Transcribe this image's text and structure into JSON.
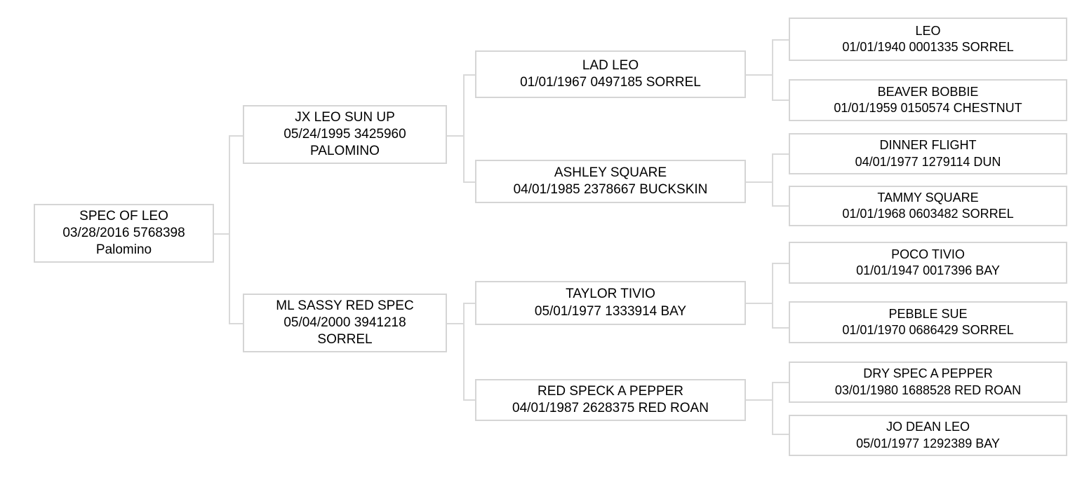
{
  "chart_data": {
    "type": "diagram",
    "title": "",
    "diagram_kind": "pedigree-tree",
    "orientation": "left-to-right",
    "generations": 4,
    "node_count": 15,
    "colors": {
      "box_border": "#d5d5d5",
      "connector": "#d9d9d9",
      "text": "#000000",
      "background": "#ffffff"
    }
  },
  "nodes": {
    "root": {
      "name": "SPEC OF LEO",
      "details": "03/28/2016 5768398",
      "color": "Palomino"
    },
    "sire": {
      "name": "JX LEO SUN UP",
      "details": "05/24/1995 3425960",
      "color": "PALOMINO"
    },
    "dam": {
      "name": "ML SASSY RED SPEC",
      "details": "05/04/2000 3941218",
      "color": "SORREL"
    },
    "sire_sire": {
      "name": "LAD LEO",
      "details": "01/01/1967 0497185 SORREL"
    },
    "sire_dam": {
      "name": "ASHLEY SQUARE",
      "details": "04/01/1985 2378667 BUCKSKIN"
    },
    "dam_sire": {
      "name": "TAYLOR TIVIO",
      "details": "05/01/1977 1333914 BAY"
    },
    "dam_dam": {
      "name": "RED SPECK A PEPPER",
      "details": "04/01/1987 2628375 RED ROAN"
    },
    "ss_sire": {
      "name": "LEO",
      "details": "01/01/1940 0001335 SORREL"
    },
    "ss_dam": {
      "name": "BEAVER BOBBIE",
      "details": "01/01/1959 0150574 CHESTNUT"
    },
    "sd_sire": {
      "name": "DINNER FLIGHT",
      "details": "04/01/1977 1279114 DUN"
    },
    "sd_dam": {
      "name": "TAMMY SQUARE",
      "details": "01/01/1968 0603482 SORREL"
    },
    "ds_sire": {
      "name": "POCO TIVIO",
      "details": "01/01/1947 0017396 BAY"
    },
    "ds_dam": {
      "name": "PEBBLE SUE",
      "details": "01/01/1970 0686429 SORREL"
    },
    "dd_sire": {
      "name": "DRY SPEC A PEPPER",
      "details": "03/01/1980 1688528 RED ROAN"
    },
    "dd_dam": {
      "name": "JO DEAN LEO",
      "details": "05/01/1977 1292389 BAY"
    }
  }
}
